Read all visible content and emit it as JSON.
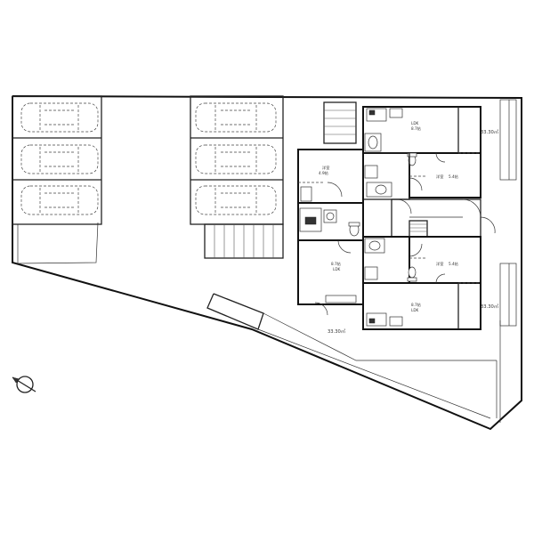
{
  "rooms": {
    "ldk_upper": {
      "name": "LDK",
      "size": "8.7帖"
    },
    "yoshitsu_upper": {
      "name": "洋室",
      "size": "5.4帖"
    },
    "yoshitsu_left": {
      "name": "洋室",
      "size": "4.9帖"
    },
    "ldk_left": {
      "name": "LDK",
      "size": "8.7帖"
    },
    "yoshitsu_lower": {
      "name": "洋室",
      "size": "5.4帖"
    },
    "ldk_lower": {
      "name": "LDK",
      "size": "8.7帖"
    }
  },
  "areas": {
    "upper_right": "33.30㎡",
    "lower_right": "33.30㎡",
    "left_unit": "33.30㎡"
  },
  "parking": {
    "left_column_cars": 3,
    "right_column_cars": 3
  },
  "colors": {
    "line": "#222222",
    "background": "#ffffff"
  },
  "icons": {
    "north_arrow": "north-arrow-icon"
  }
}
